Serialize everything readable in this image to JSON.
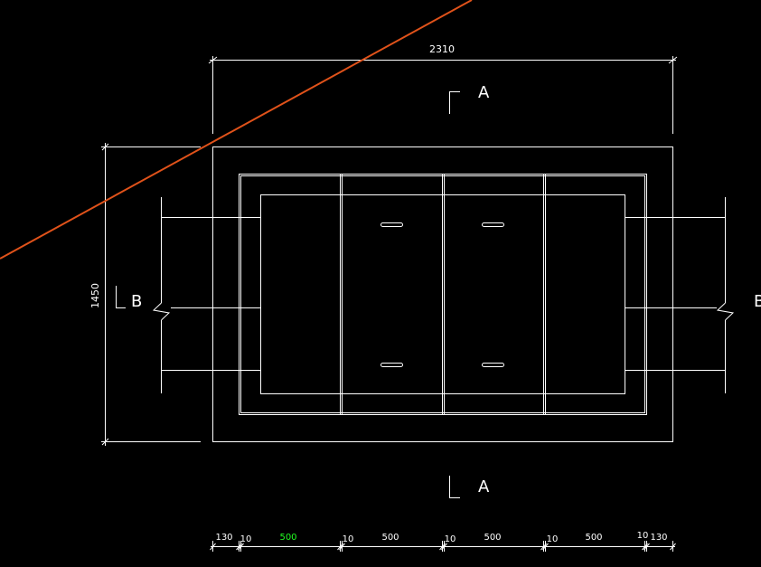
{
  "colors": {
    "background": "#000000",
    "line": "#ffffff",
    "highlight_dimension": "#22ff22",
    "overlay_line": "#e0521a"
  },
  "dimensions": {
    "top_width": "2310",
    "left_height": "1450",
    "bottom": [
      "130",
      "10",
      "500",
      "10",
      "500",
      "10",
      "500",
      "10",
      "130"
    ]
  },
  "section_marks": {
    "top": "A",
    "bottom": "A",
    "left": "B",
    "right": "B"
  }
}
